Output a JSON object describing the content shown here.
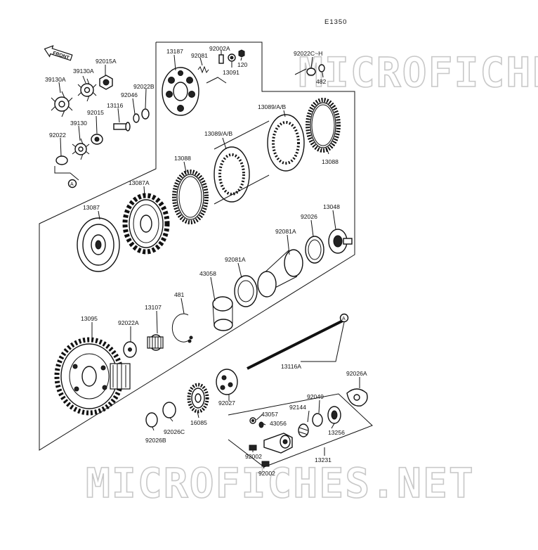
{
  "code": "E1350",
  "front": "FRONT",
  "watermark": "MICROFICHES.NET",
  "callout": "A",
  "labels": {
    "p92015A": "92015A",
    "p39130A_a": "39130A",
    "p39130A_b": "39130A",
    "p92022B": "92022B",
    "p92046": "92046",
    "p13116": "13116",
    "p92015": "92015",
    "p39130": "39130",
    "p92022": "92022",
    "p13187": "13187",
    "p92081": "92081",
    "p92002A": "92002A",
    "p120": "120",
    "p13091": "13091",
    "p92022C_H": "92022C~H",
    "p482": "482",
    "p13089AB_a": "13089/A/B",
    "p13089AB_b": "13089/A/B",
    "p13088_a": "13088",
    "p13088_b": "13088",
    "p13087A": "13087A",
    "p13087": "13087",
    "p92081A_a": "92081A",
    "p92026": "92026",
    "p13048": "13048",
    "p92081A_b": "92081A",
    "p43058": "43058",
    "p481": "481",
    "p13095": "13095",
    "p92022A": "92022A",
    "p13107": "13107",
    "p13116A": "13116A",
    "p92026A": "92026A",
    "p92027": "92027",
    "p43057": "43057",
    "p92144": "92144",
    "p92049": "92049",
    "p43056": "43056",
    "p13256": "13256",
    "p92002_a": "92002",
    "p13231": "13231",
    "p92002_b": "92002",
    "p16085": "16085",
    "p92026C": "92026C",
    "p92026B": "92026B"
  }
}
